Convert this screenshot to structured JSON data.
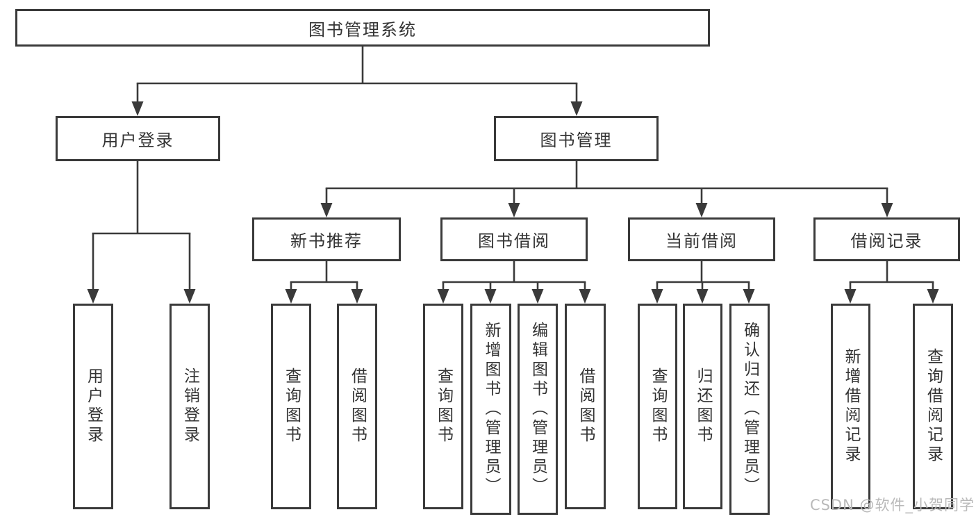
{
  "diagram_title": "图书管理系统",
  "watermark": "CSDN @软件_小贺同学",
  "colors": {
    "line": "#3a3a3a",
    "border": "#3a3a3a",
    "text": "#333333",
    "watermark": "#b9b9b9",
    "background": "#ffffff"
  },
  "tree": {
    "label": "图书管理系统",
    "children": [
      {
        "label": "用户登录",
        "children": [
          {
            "label": "用户登录"
          },
          {
            "label": "注销登录"
          }
        ]
      },
      {
        "label": "图书管理",
        "children": [
          {
            "label": "新书推荐",
            "children": [
              {
                "label": "查询图书"
              },
              {
                "label": "借阅图书"
              }
            ]
          },
          {
            "label": "图书借阅",
            "children": [
              {
                "label": "查询图书"
              },
              {
                "label": "新增图书（管理员）"
              },
              {
                "label": "编辑图书（管理员）"
              },
              {
                "label": "借阅图书"
              }
            ]
          },
          {
            "label": "当前借阅",
            "children": [
              {
                "label": "查询图书"
              },
              {
                "label": "归还图书"
              },
              {
                "label": "确认归还（管理员）"
              }
            ]
          },
          {
            "label": "借阅记录",
            "children": [
              {
                "label": "新增借阅记录"
              },
              {
                "label": "查询借阅记录"
              }
            ]
          }
        ]
      }
    ]
  }
}
